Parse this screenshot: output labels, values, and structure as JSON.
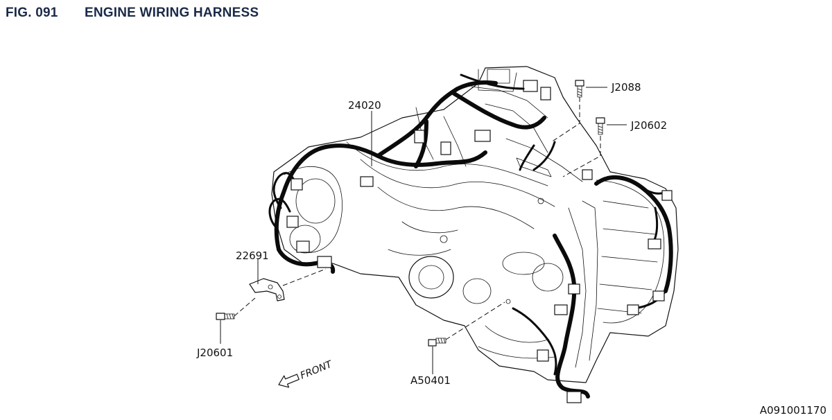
{
  "figure": {
    "number": "FIG. 091",
    "title": "ENGINE WIRING HARNESS",
    "drawing_code": "A091001170",
    "title_color": "#1a2a48"
  },
  "callouts": {
    "harness": "24020",
    "bolt_top": "J2088",
    "bolt_right": "J20602",
    "bracket": "22691",
    "bolt_left": "J20601",
    "bolt_bottom": "A50401"
  },
  "direction": {
    "label": "FRONT",
    "icon": "front-arrow-icon"
  }
}
